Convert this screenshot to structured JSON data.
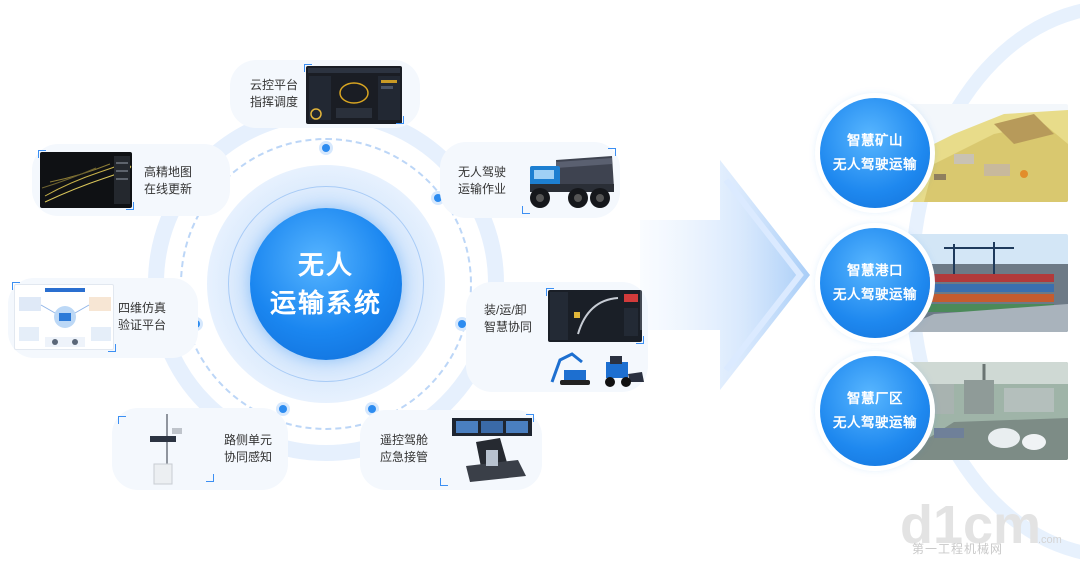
{
  "center": {
    "line1": "无人",
    "line2": "运输系统"
  },
  "modules": [
    {
      "id": "cloud",
      "line1": "云控平台",
      "line2": "指挥调度",
      "icon": "dashboard-screen-icon"
    },
    {
      "id": "hdmap",
      "line1": "高精地图",
      "line2": "在线更新",
      "icon": "point-cloud-map-icon"
    },
    {
      "id": "autodrive",
      "line1": "无人驾驶",
      "line2": "运输作业",
      "icon": "mining-truck-icon"
    },
    {
      "id": "sim",
      "line1": "四维仿真",
      "line2": "验证平台",
      "icon": "simulation-diagram-icon"
    },
    {
      "id": "load",
      "line1": "装/运/卸",
      "line2": "智慧协同",
      "icon": "excavator-loader-icon"
    },
    {
      "id": "roadside",
      "line1": "路侧单元",
      "line2": "协同感知",
      "icon": "roadside-pole-icon"
    },
    {
      "id": "remote",
      "line1": "遥控驾舱",
      "line2": "应急接管",
      "icon": "remote-cockpit-icon"
    }
  ],
  "scenarios": [
    {
      "id": "mine",
      "line1": "智慧矿山",
      "line2": "无人驾驶运输"
    },
    {
      "id": "port",
      "line1": "智慧港口",
      "line2": "无人驾驶运输"
    },
    {
      "id": "factory",
      "line1": "智慧厂区",
      "line2": "无人驾驶运输"
    }
  ],
  "watermark": {
    "logo": "d1cm",
    "domain": ".com",
    "sub": "第一工程机械网"
  },
  "colors": {
    "primary": "#1a86f0",
    "ring": "#e6f0fd",
    "card": "#f4f8fd"
  }
}
